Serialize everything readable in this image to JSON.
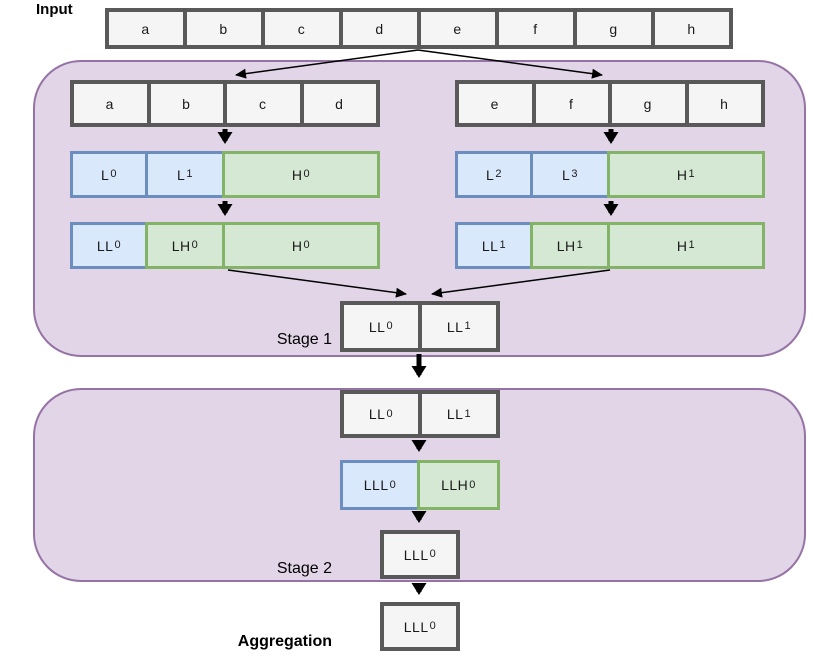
{
  "labels": {
    "input": "Input",
    "stage1": "Stage 1",
    "stage2": "Stage 2",
    "aggregation": "Aggregation"
  },
  "colors": {
    "stage_fill": "#E1D5E7",
    "stage_border": "#9673A6",
    "low_pass_fill": "#DAE8FC",
    "low_pass_border": "#6C8EBF",
    "high_pass_fill": "#D5E8D4",
    "high_pass_border": "#82B366",
    "plain_fill": "#F5F5F5",
    "plain_border": "#595959",
    "arrow": "#000000"
  },
  "input_row": [
    {
      "text": "a",
      "sub": ""
    },
    {
      "text": "b",
      "sub": ""
    },
    {
      "text": "c",
      "sub": ""
    },
    {
      "text": "d",
      "sub": ""
    },
    {
      "text": "e",
      "sub": ""
    },
    {
      "text": "f",
      "sub": ""
    },
    {
      "text": "g",
      "sub": ""
    },
    {
      "text": "h",
      "sub": ""
    }
  ],
  "stage1": {
    "left_source": [
      {
        "text": "a",
        "sub": ""
      },
      {
        "text": "b",
        "sub": ""
      },
      {
        "text": "c",
        "sub": ""
      },
      {
        "text": "d",
        "sub": ""
      }
    ],
    "right_source": [
      {
        "text": "e",
        "sub": ""
      },
      {
        "text": "f",
        "sub": ""
      },
      {
        "text": "g",
        "sub": ""
      },
      {
        "text": "h",
        "sub": ""
      }
    ],
    "left_level1": [
      {
        "text": "L",
        "sub": "0"
      },
      {
        "text": "L",
        "sub": "1"
      },
      {
        "text": "H",
        "sub": "0"
      }
    ],
    "right_level1": [
      {
        "text": "L",
        "sub": "2"
      },
      {
        "text": "L",
        "sub": "3"
      },
      {
        "text": "H",
        "sub": "1"
      }
    ],
    "left_level2": [
      {
        "text": "LL",
        "sub": "0"
      },
      {
        "text": "LH",
        "sub": "0"
      },
      {
        "text": "H",
        "sub": "0"
      }
    ],
    "right_level2": [
      {
        "text": "LL",
        "sub": "1"
      },
      {
        "text": "LH",
        "sub": "1"
      },
      {
        "text": "H",
        "sub": "1"
      }
    ],
    "merged": [
      {
        "text": "LL",
        "sub": "0"
      },
      {
        "text": "LL",
        "sub": "1"
      }
    ]
  },
  "stage2": {
    "input": [
      {
        "text": "LL",
        "sub": "0"
      },
      {
        "text": "LL",
        "sub": "1"
      }
    ],
    "level1": [
      {
        "text": "LLL",
        "sub": "0"
      },
      {
        "text": "LLH",
        "sub": "0"
      }
    ],
    "output": {
      "text": "LLL",
      "sub": "0"
    }
  },
  "aggregation_output": {
    "text": "LLL",
    "sub": "0"
  }
}
